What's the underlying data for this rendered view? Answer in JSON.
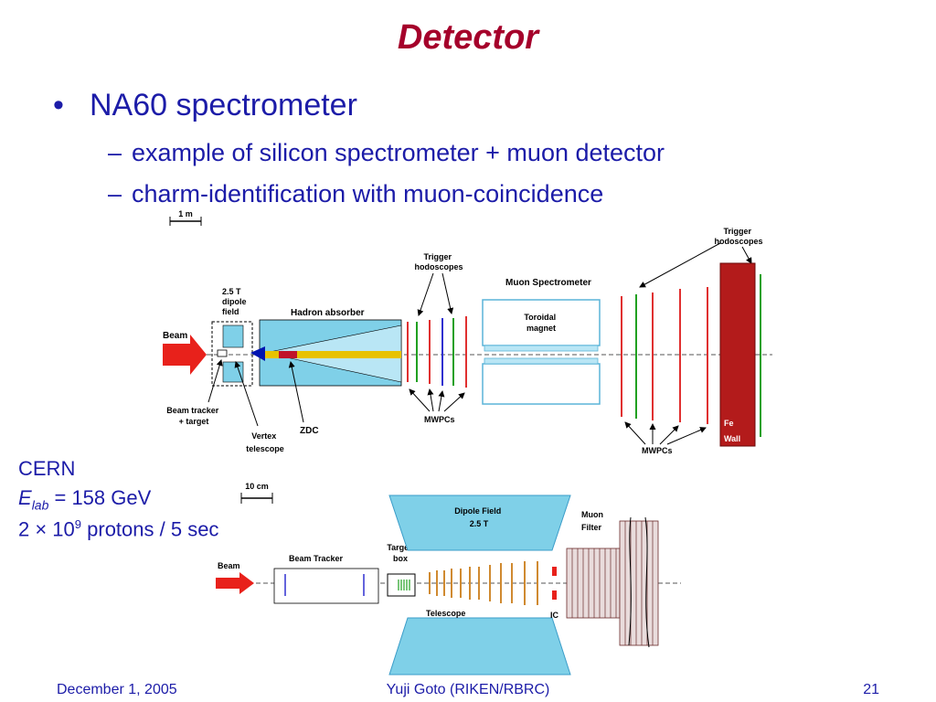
{
  "slide": {
    "title": "Detector",
    "bullet1": "NA60 spectrometer",
    "sub_bullets": [
      "example of silicon spectrometer + muon detector",
      "charm-identification with muon-coincidence"
    ]
  },
  "info": {
    "line1": "CERN",
    "e_symbol": "E",
    "e_sub": "lab",
    "e_value": " = 158 GeV",
    "p_prefix": "2 × 10",
    "p_exp": "9",
    "p_suffix": " protons / 5 sec"
  },
  "diagram_top": {
    "scale": "1 m",
    "beam": "Beam",
    "dipole": [
      "2.5 T",
      "dipole",
      "field"
    ],
    "hadron_absorber": "Hadron absorber",
    "trigger_hodo": [
      "Trigger",
      "hodoscopes"
    ],
    "muon_spectrometer": "Muon Spectrometer",
    "toroidal": [
      "Toroidal",
      "magnet"
    ],
    "trigger_hodo_right": [
      "Trigger",
      "hodoscopes"
    ],
    "beam_tracker": [
      "Beam tracker",
      "+ target"
    ],
    "vertex": [
      "Vertex",
      "telescope"
    ],
    "zdc": "ZDC",
    "mwpcs_left": "MWPCs",
    "mwpcs_right": "MWPCs",
    "fe": "Fe",
    "wall": "Wall"
  },
  "diagram_bottom": {
    "scale": "10 cm",
    "beam": "Beam",
    "beam_tracker": "Beam Tracker",
    "target_box": [
      "Target",
      "box"
    ],
    "dipole_field": [
      "Dipole Field",
      "2.5 T"
    ],
    "muon_filter": [
      "Muon",
      "Filter"
    ],
    "telescope": "Telescope",
    "ic": "IC"
  },
  "footer": {
    "date": "December 1, 2005",
    "author": "Yuji Goto (RIKEN/RBRC)",
    "page": "21"
  },
  "colors": {
    "title": "#a5002b",
    "text": "#1c1ca8",
    "beam_arrow": "#e8211b",
    "absorber": "#7fd0e8",
    "fe_wall": "#b31b1b"
  }
}
